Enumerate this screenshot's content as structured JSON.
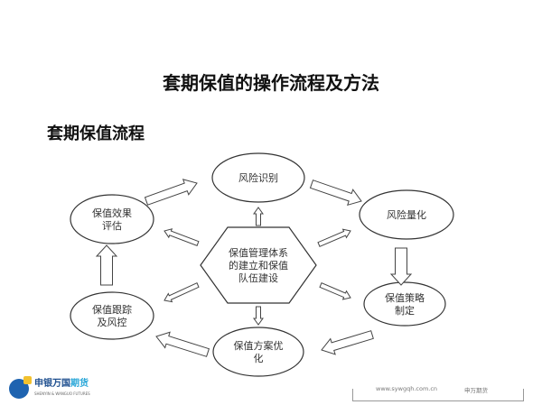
{
  "title": "套期保值的操作流程及方法",
  "subtitle": "套期保值流程",
  "center": {
    "lines": [
      "保值管理体系",
      "的建立和保值",
      "队伍建设"
    ]
  },
  "nodes": [
    {
      "id": "risk-identification",
      "lines": [
        "风险识别"
      ]
    },
    {
      "id": "risk-quantification",
      "lines": [
        "风险量化"
      ]
    },
    {
      "id": "strategy",
      "lines": [
        "保值策略",
        "制定"
      ]
    },
    {
      "id": "plan-optimization",
      "lines": [
        "保值方案优",
        "化"
      ]
    },
    {
      "id": "tracking",
      "lines": [
        "保值跟踪",
        "及风控"
      ]
    },
    {
      "id": "evaluation",
      "lines": [
        "保值效果",
        "评估"
      ]
    }
  ],
  "footer": {
    "logo_text": "申银万国",
    "logo_text_accent": "期货",
    "logo_sub": "SHENYIN & WANGUO FUTURES",
    "url": "www.sywgqh.com.cn",
    "brand": "申万期货"
  }
}
